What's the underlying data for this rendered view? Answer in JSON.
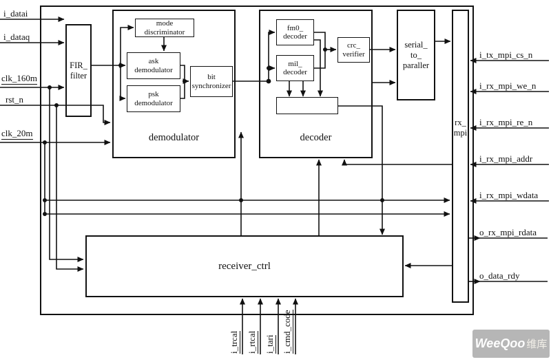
{
  "blocks": {
    "fir": [
      "FIR_",
      "filter"
    ],
    "mode_discriminator": [
      "mode",
      "discriminator"
    ],
    "ask_demodulator": [
      "ask",
      "demodulator"
    ],
    "psk_demodulator": [
      "psk",
      "demodulator"
    ],
    "bit_synchronizer": [
      "bit",
      "synchronizer"
    ],
    "demodulator": "demodulator",
    "fm0_decoder": [
      "fm0_",
      "decoder"
    ],
    "mil_decoder": [
      "mil_",
      "decoder"
    ],
    "crc_verifier": [
      "crc_",
      "verifier"
    ],
    "decoder": "decoder",
    "serial_to_paraller": [
      "serial_",
      "to_",
      "paraller"
    ],
    "rx_mpi": [
      "rx_",
      "mpi"
    ],
    "receiver_ctrl": "receiver_ctrl"
  },
  "signals": {
    "left": [
      "i_datai",
      "i_dataq",
      "clk_160m",
      "rst_n",
      "clk_20m"
    ],
    "right": [
      "i_tx_mpi_cs_n",
      "i_rx_mpi_we_n",
      "i_rx_mpi_re_n",
      "i_rx_mpi_addr",
      "i_rx_mpi_wdata",
      "o_rx_mpi_rdata",
      "o_data_rdy"
    ],
    "bottom": [
      "i_trcal",
      "i_rtcal",
      "i_tari",
      "i_cmd_code"
    ]
  },
  "watermark": {
    "brand": "WeeQoo",
    "suffix": "维库"
  },
  "colors": {
    "line": "#111111",
    "watermark_bg": "#b6b6b6"
  }
}
